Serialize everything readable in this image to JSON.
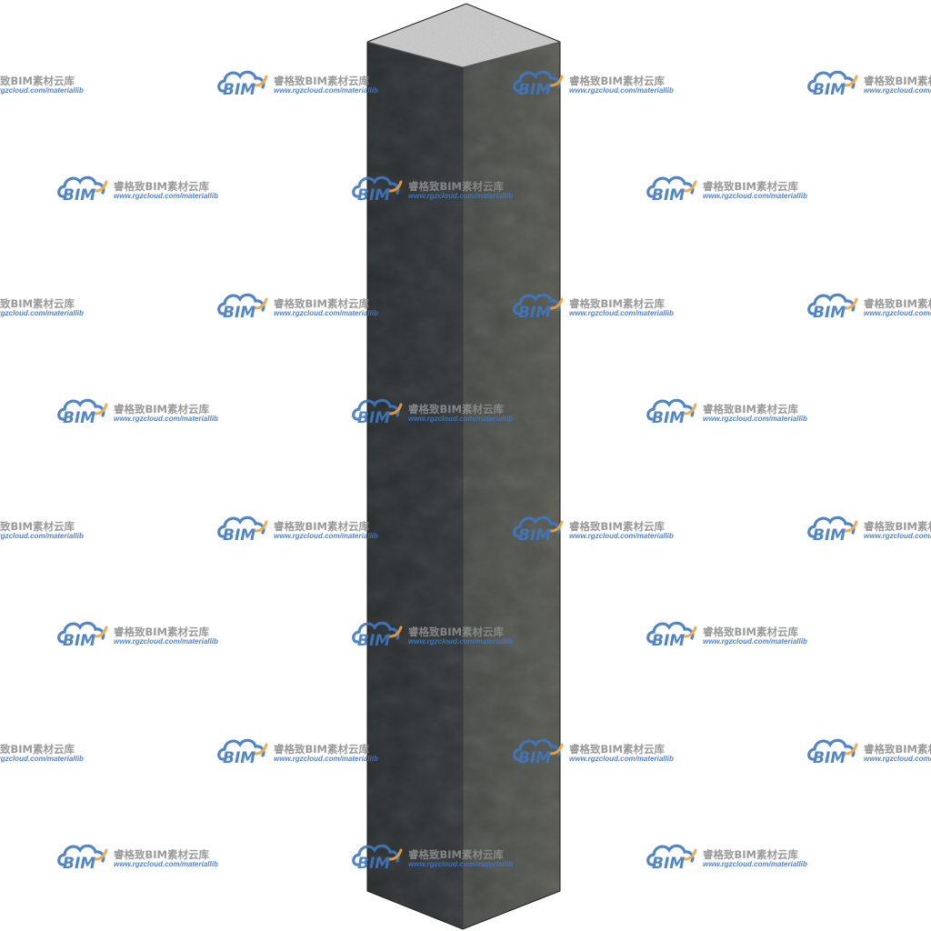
{
  "object": {
    "name": "square concrete post",
    "colors": {
      "top_face": "#c9c9c9",
      "left_face": "#2e3132",
      "right_face": "#4d4f4b",
      "background": "#ffffff"
    }
  },
  "watermark": {
    "logo_text": "BIM",
    "brand": "睿格致BIM素材云库",
    "url": "www.rgzcloud.com/materiallib",
    "colors": {
      "logo_blue": "#3e78c4",
      "logo_orange": "#f2a23a",
      "brand_gray": "#8e8e8e"
    }
  }
}
